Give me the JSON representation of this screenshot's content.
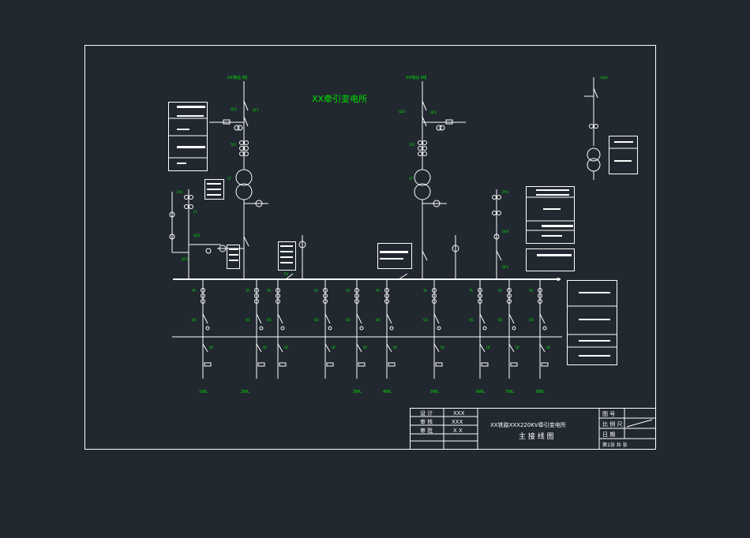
{
  "drawing": {
    "station_title": "XX牵引变电所",
    "line1_label": "XX电站 I线",
    "line2_label": "XX电站 II线",
    "project_title": "XX铁路XXX220KV牵引变电所",
    "drawing_name": "主 接 线 图"
  },
  "title_block": {
    "designer_label": "设 计",
    "designer_value": "XXX",
    "checker_label": "审 核",
    "checker_value": "XXX",
    "approver_label": "审 批",
    "approver_value": "X X",
    "figure_no_label": "图 号",
    "scale_label": "比 例 尺",
    "date_label": "日 期",
    "sheet_label": "第1张  共 张"
  },
  "colors": {
    "background": "#212830",
    "line": "#ffffff",
    "label": "#00e000"
  },
  "feeders": [
    "1WL",
    "2WL",
    "3WL",
    "4WL",
    "5WL",
    "6WL",
    "7WL",
    "8WL"
  ]
}
